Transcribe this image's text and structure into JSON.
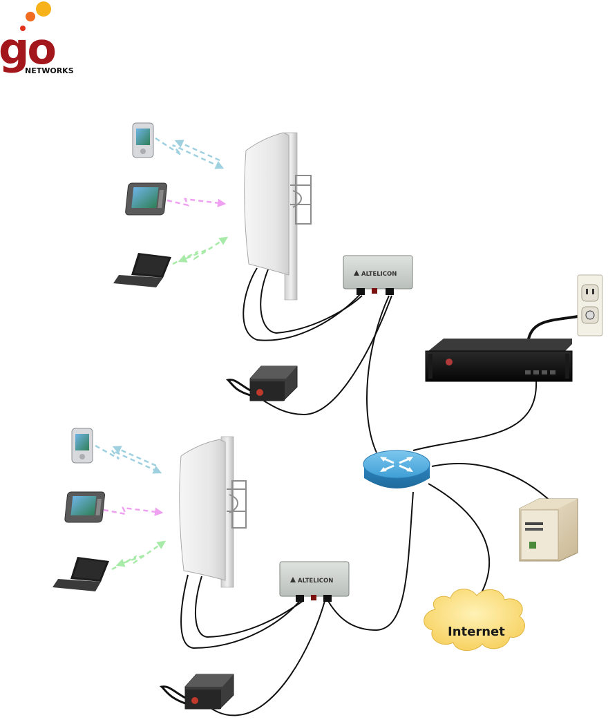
{
  "logo": {
    "brand": "go",
    "subtitle": "NETWORKS",
    "colors": {
      "wordmark": "#a3161c",
      "dot_large": "#f7b21a",
      "dot_small": "#e3321b",
      "dot_mid": "#f06b1f"
    }
  },
  "devices": {
    "ap_brand": "ALTELICON",
    "cloud_label": "Internet",
    "router_color": "#3fa0d8",
    "cloud_color": "#f8d46a"
  },
  "links": {
    "pda_color": "#9ed0e0",
    "tablet_color": "#f0a0f0",
    "laptop_color": "#a8eaa8"
  }
}
